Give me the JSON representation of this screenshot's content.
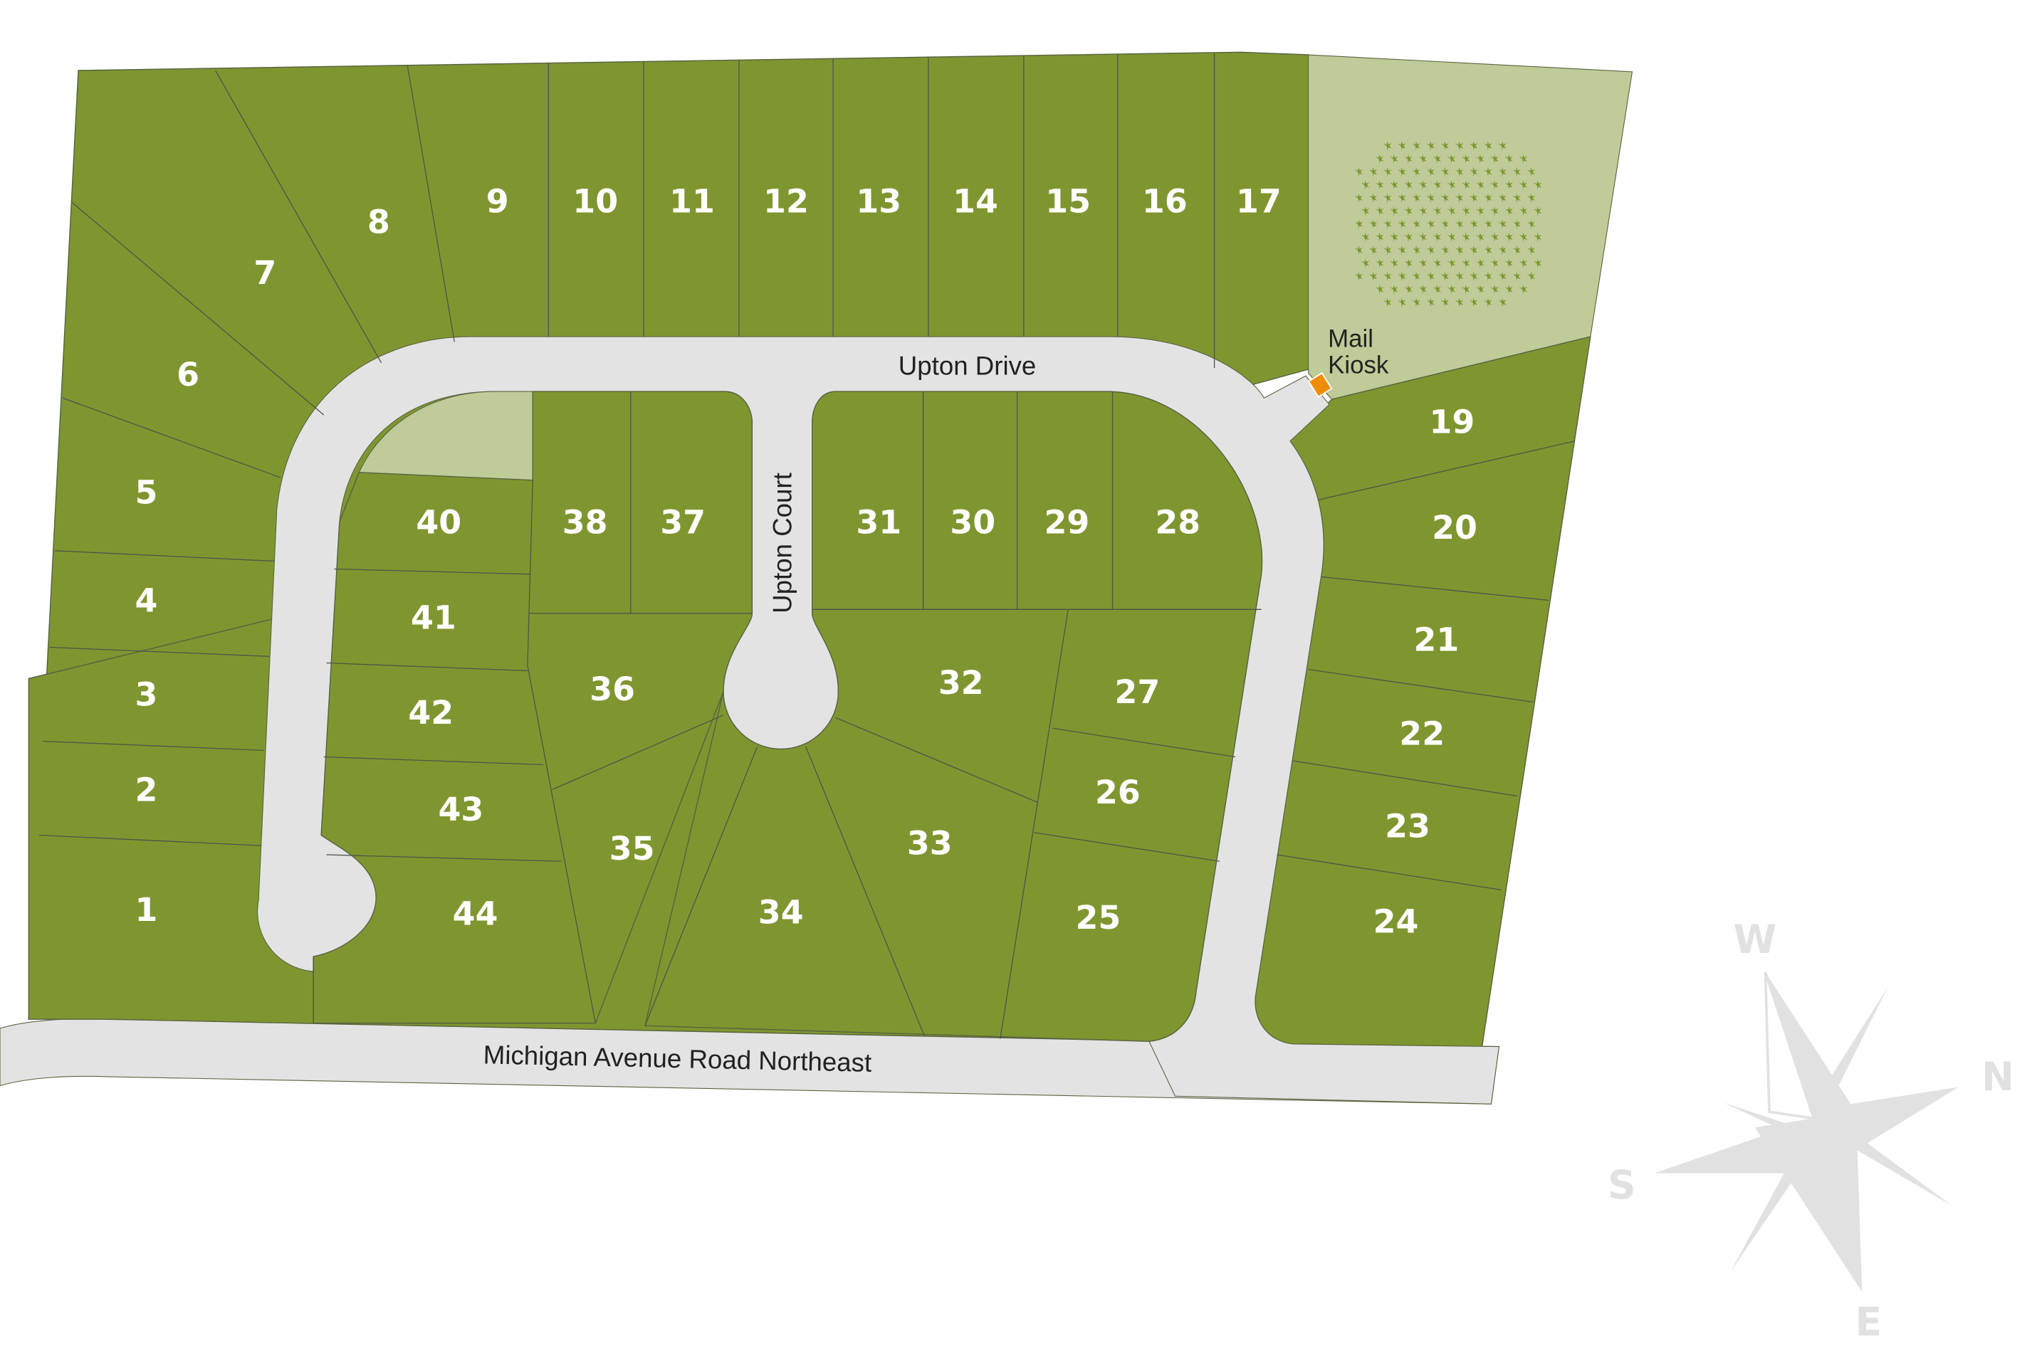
{
  "map": {
    "streets": {
      "upton_drive": "Upton Drive",
      "upton_court": "Upton Court",
      "michigan_ave": "Michigan Avenue Road Northeast"
    },
    "amenities": {
      "mail_kiosk_line1": "Mail",
      "mail_kiosk_line2": "Kiosk"
    },
    "colors": {
      "lot": "#7f9630",
      "park": "#bfcb98",
      "road": "#e3e3e3",
      "kiosk": "#f08c00",
      "compass": "#e1e1e1"
    },
    "compass": {
      "north": "N",
      "south": "S",
      "east": "E",
      "west": "W"
    },
    "lots": [
      {
        "id": "1",
        "label": "1"
      },
      {
        "id": "2",
        "label": "2"
      },
      {
        "id": "3",
        "label": "3"
      },
      {
        "id": "4",
        "label": "4"
      },
      {
        "id": "5",
        "label": "5"
      },
      {
        "id": "6",
        "label": "6"
      },
      {
        "id": "7",
        "label": "7"
      },
      {
        "id": "8",
        "label": "8"
      },
      {
        "id": "9",
        "label": "9"
      },
      {
        "id": "10",
        "label": "10"
      },
      {
        "id": "11",
        "label": "11"
      },
      {
        "id": "12",
        "label": "12"
      },
      {
        "id": "13",
        "label": "13"
      },
      {
        "id": "14",
        "label": "14"
      },
      {
        "id": "15",
        "label": "15"
      },
      {
        "id": "16",
        "label": "16"
      },
      {
        "id": "17",
        "label": "17"
      },
      {
        "id": "19",
        "label": "19"
      },
      {
        "id": "20",
        "label": "20"
      },
      {
        "id": "21",
        "label": "21"
      },
      {
        "id": "22",
        "label": "22"
      },
      {
        "id": "23",
        "label": "23"
      },
      {
        "id": "24",
        "label": "24"
      },
      {
        "id": "25",
        "label": "25"
      },
      {
        "id": "26",
        "label": "26"
      },
      {
        "id": "27",
        "label": "27"
      },
      {
        "id": "28",
        "label": "28"
      },
      {
        "id": "29",
        "label": "29"
      },
      {
        "id": "30",
        "label": "30"
      },
      {
        "id": "31",
        "label": "31"
      },
      {
        "id": "32",
        "label": "32"
      },
      {
        "id": "33",
        "label": "33"
      },
      {
        "id": "34",
        "label": "34"
      },
      {
        "id": "35",
        "label": "35"
      },
      {
        "id": "36",
        "label": "36"
      },
      {
        "id": "37",
        "label": "37"
      },
      {
        "id": "38",
        "label": "38"
      },
      {
        "id": "40",
        "label": "40"
      },
      {
        "id": "41",
        "label": "41"
      },
      {
        "id": "42",
        "label": "42"
      },
      {
        "id": "43",
        "label": "43"
      },
      {
        "id": "44",
        "label": "44"
      }
    ]
  }
}
